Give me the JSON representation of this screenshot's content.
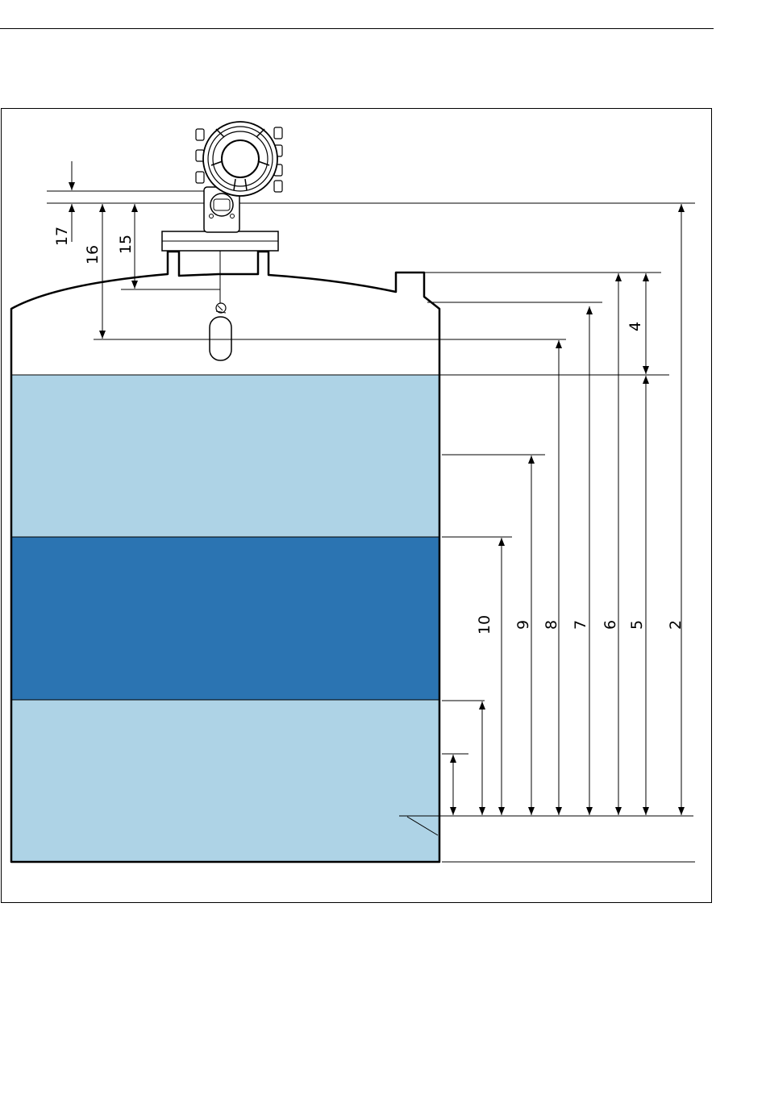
{
  "colors": {
    "upper_liquid": "#aed3e6",
    "middle_liquid": "#2b74b2",
    "lower_liquid": "#aed3e6",
    "line": "#000000"
  },
  "icons": [
    "gauge-head-icon",
    "displacer-icon"
  ],
  "labels": {
    "l2": "2",
    "l4": "4",
    "l5": "5",
    "l6": "6",
    "l7": "7",
    "l8": "8",
    "l9": "9",
    "l10": "10",
    "l15": "15",
    "l16": "16",
    "l17": "17"
  }
}
